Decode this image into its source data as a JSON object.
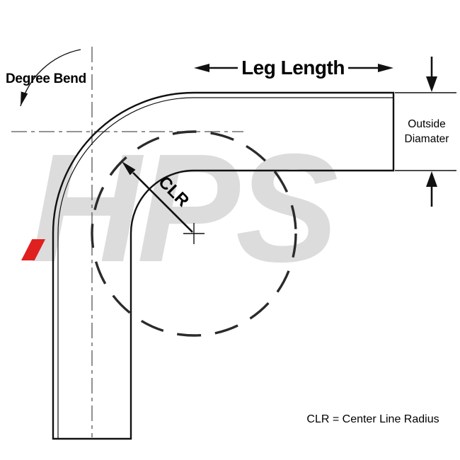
{
  "diagram": {
    "labels": {
      "degree_bend": "Degree Bend",
      "leg_length": "Leg Length",
      "outside_diameter_line1": "Outside",
      "outside_diameter_line2": "Diamater",
      "clr": "CLR",
      "clr_definition": "CLR = Center Line Radius"
    },
    "watermark": {
      "text": "HPS"
    },
    "colors": {
      "line": "#111111",
      "centerline": "#555555",
      "watermark_gray": "#dcdcdc",
      "accent_red": "#e01f1f",
      "background": "#ffffff"
    }
  }
}
